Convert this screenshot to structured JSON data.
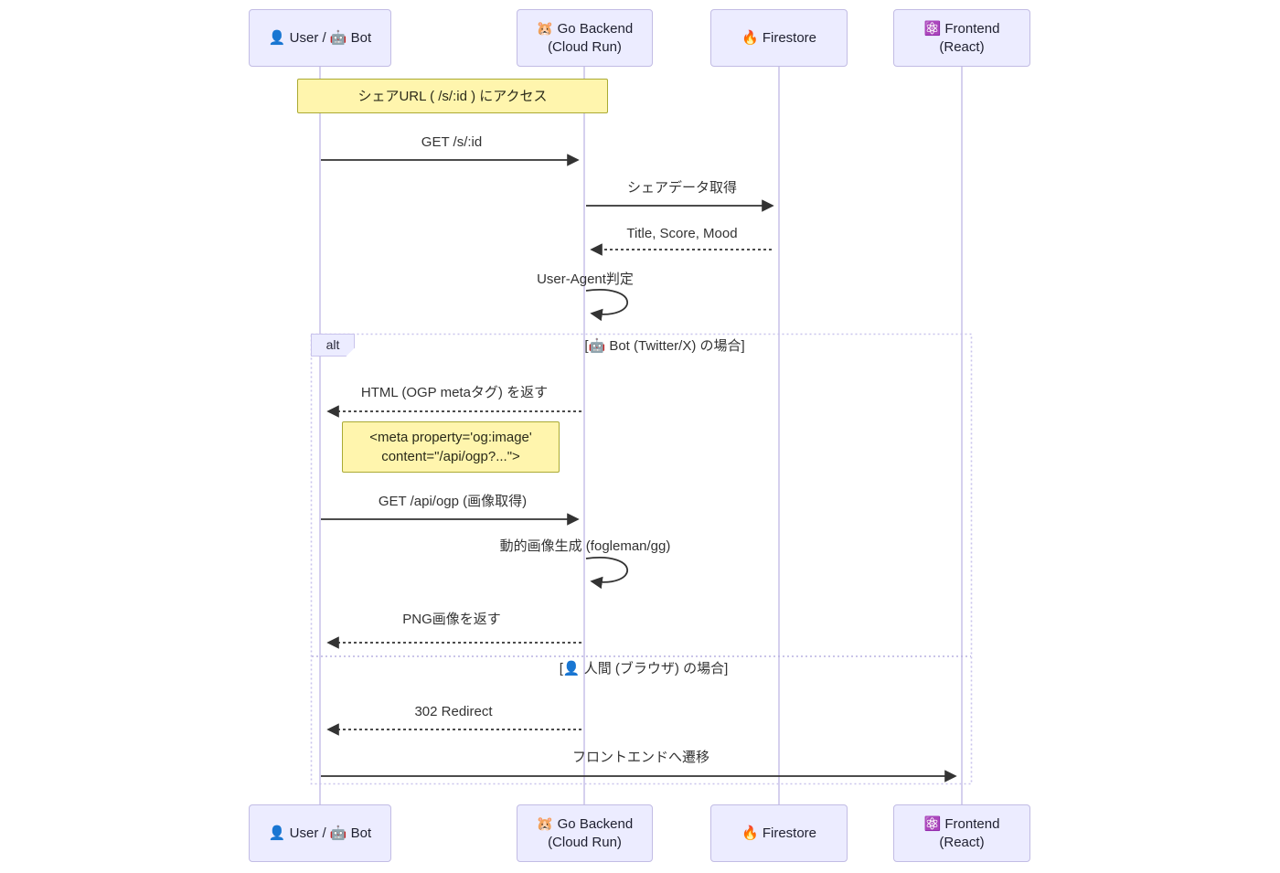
{
  "participants": [
    {
      "label": "👤 User / 🤖 Bot"
    },
    {
      "label": "🐹 Go Backend\n(Cloud Run)"
    },
    {
      "label": "🔥 Firestore"
    },
    {
      "label": "⚛️ Frontend\n(React)"
    }
  ],
  "notes": {
    "access": "シェアURL ( /s/:id ) にアクセス",
    "meta_tag": "<meta property='og:image'\ncontent=\"/api/ogp?...\">"
  },
  "messages": {
    "get_share": "GET /s/:id",
    "fetch_share_data": "シェアデータ取得",
    "share_data_response": "Title, Score, Mood",
    "user_agent_check": "User-Agent判定",
    "return_html": "HTML (OGP metaタグ) を返す",
    "get_ogp": "GET /api/ogp (画像取得)",
    "generate_image": "動的画像生成 (fogleman/gg)",
    "return_png": "PNG画像を返す",
    "redirect": "302 Redirect",
    "navigate_frontend": "フロントエンドへ遷移"
  },
  "alt_frame": {
    "label": "alt",
    "condition_bot": "[🤖 Bot (Twitter/X) の場合]",
    "condition_human": "[👤 人間 (ブラウザ) の場合]"
  },
  "colors": {
    "participant_fill": "#ECECFF",
    "participant_border": "#c2bce4",
    "lifeline": "#d5d0ee",
    "note_fill": "#fff5ad",
    "note_border": "#aaaa33",
    "frame_border": "#c9c3ec",
    "arrow": "#333333"
  }
}
